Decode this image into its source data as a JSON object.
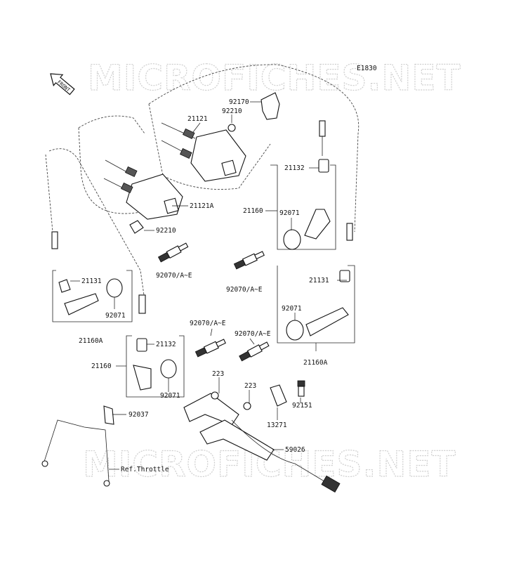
{
  "diagram_code": "E1830",
  "watermark": "MICROFICHES.NET",
  "front_label": "FRONT",
  "callouts": {
    "c92170": "92170",
    "c92210_top": "92210",
    "c21121_top": "21121",
    "c21121a": "21121A",
    "c92210_mid": "92210",
    "c21132_right": "21132",
    "c21160_right": "21160",
    "c92071_right": "92071",
    "c92070_mid_left": "92070/A~E",
    "c92070_mid_right": "92070/A~E",
    "c21131_left": "21131",
    "c92071_left": "92071",
    "c21160a_left": "21160A",
    "c21131_right": "21131",
    "c92071_right_low": "92071",
    "c92070_low_center": "92070/A~E",
    "c92070_low_right": "92070/A~E",
    "c21132_low": "21132",
    "c21160_low": "21160",
    "c92071_low": "92071",
    "c21160a_right": "21160A",
    "c223_a": "223",
    "c223_b": "223",
    "c92151": "92151",
    "c13271": "13271",
    "c92037": "92037",
    "c59026": "59026",
    "ref_throttle": "Ref.Throttle"
  }
}
